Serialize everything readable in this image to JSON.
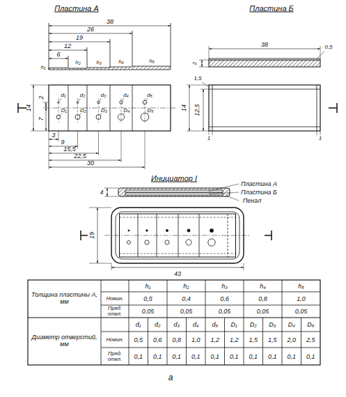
{
  "diagram": {
    "caption": "а",
    "labels": [
      "Пластина А",
      "38",
      "26",
      "19",
      "12",
      "6",
      "h₁",
      "h₂",
      "h₃",
      "h₄",
      "h₅",
      "14",
      "7",
      "2",
      "3",
      "9",
      "15,5",
      "22,5",
      "30",
      "d₁",
      "D₁",
      "d₂",
      "D₂",
      "d₃",
      "D₃",
      "d₄",
      "D₄",
      "d₅",
      "D₅",
      "Пластина Б",
      "38",
      "2",
      "0,5",
      "14",
      "12,5",
      "1,5",
      "1",
      "1",
      "Инициатор I",
      "Пластина А",
      "Пластина Б",
      "Пенал",
      "4",
      "19",
      "43",
      "Толщина пластины А, мм",
      "Номин.",
      "Пред. откл.",
      "h₁",
      "h₂",
      "h₃",
      "h₄",
      "h₅",
      "0,5",
      "0,4",
      "0,6",
      "0,8",
      "1,0",
      "0,05",
      "0,05",
      "0,05",
      "0,05",
      "0,05",
      "Диаметр отверстий, мм",
      "Номин.",
      "Пред. откл.",
      "d₁",
      "d₂",
      "d₃",
      "d₄",
      "d₅",
      "D₁",
      "D₂",
      "D₃",
      "D₄",
      "D₅",
      "0,5",
      "0,6",
      "0,8",
      "1,0",
      "1,2",
      "1,2",
      "1,5",
      "1,5",
      "2,0",
      "2,5",
      "0,1",
      "0,1",
      "0,1",
      "0,1",
      "0,1",
      "0,1",
      "0,1",
      "0,1",
      "0,1",
      "0,1"
    ]
  }
}
